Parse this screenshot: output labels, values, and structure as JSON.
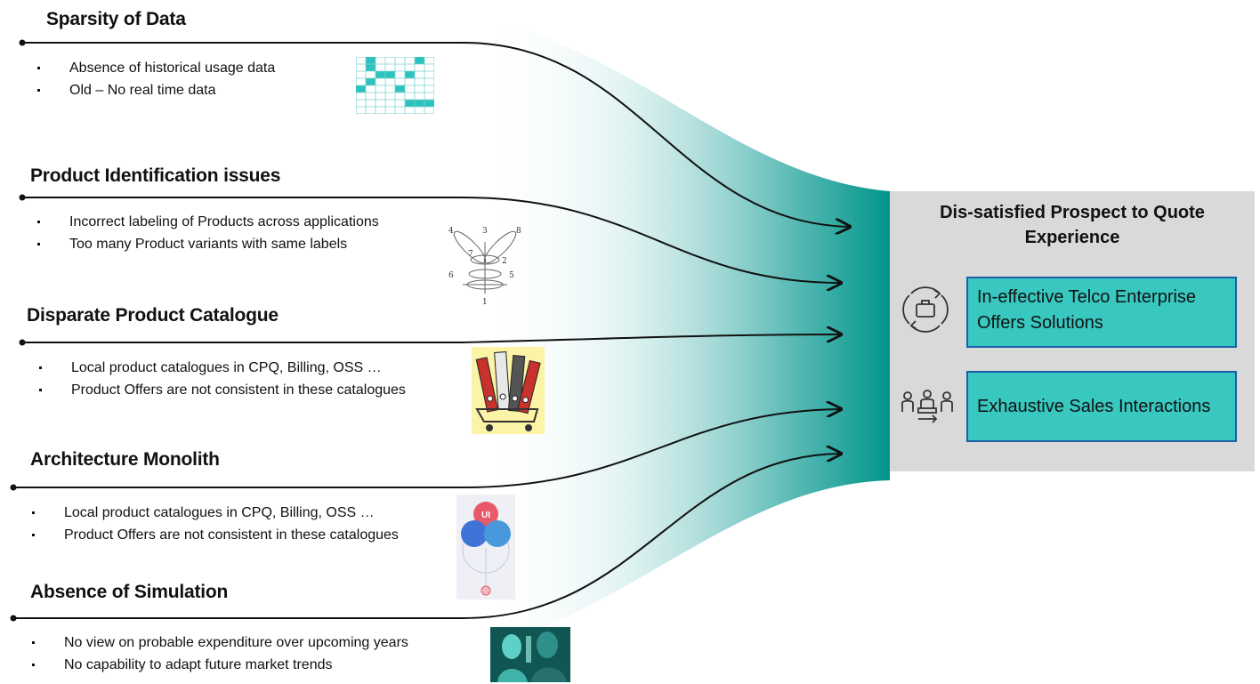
{
  "sections": [
    {
      "title": "Sparsity of Data",
      "bullets": [
        "Absence of historical usage data",
        "Old – No real time data"
      ]
    },
    {
      "title": "Product Identification issues",
      "bullets": [
        "Incorrect labeling of Products across applications",
        "Too many Product variants with same labels"
      ]
    },
    {
      "title": "Disparate Product Catalogue",
      "bullets": [
        "Local product catalogues in CPQ, Billing, OSS …",
        "Product Offers are not consistent in these catalogues"
      ]
    },
    {
      "title": "Architecture Monolith",
      "bullets": [
        "Local product catalogues in CPQ, Billing, OSS …",
        "Product Offers are not consistent in these catalogues"
      ]
    },
    {
      "title": "Absence of Simulation",
      "bullets": [
        "No view on probable expenditure over upcoming years",
        "No capability to adapt future market trends"
      ]
    }
  ],
  "graph_labels": [
    "4",
    "3",
    "8",
    "7",
    "2",
    "6",
    "5",
    "1"
  ],
  "diagram_labels": {
    "top": "UI"
  },
  "outcome": {
    "title": "Dis-satisfied Prospect to Quote Experience",
    "items": [
      {
        "label": "In-effective Telco Enterprise Offers Solutions",
        "icon": "briefcase-cycle-icon"
      },
      {
        "label": "Exhaustive Sales Interactions",
        "icon": "people-meeting-icon"
      }
    ]
  },
  "colors": {
    "teal": "#009a8e",
    "box_fill": "#38c8c0",
    "box_border": "#1b5fa8",
    "panel": "#d9d9d9"
  }
}
